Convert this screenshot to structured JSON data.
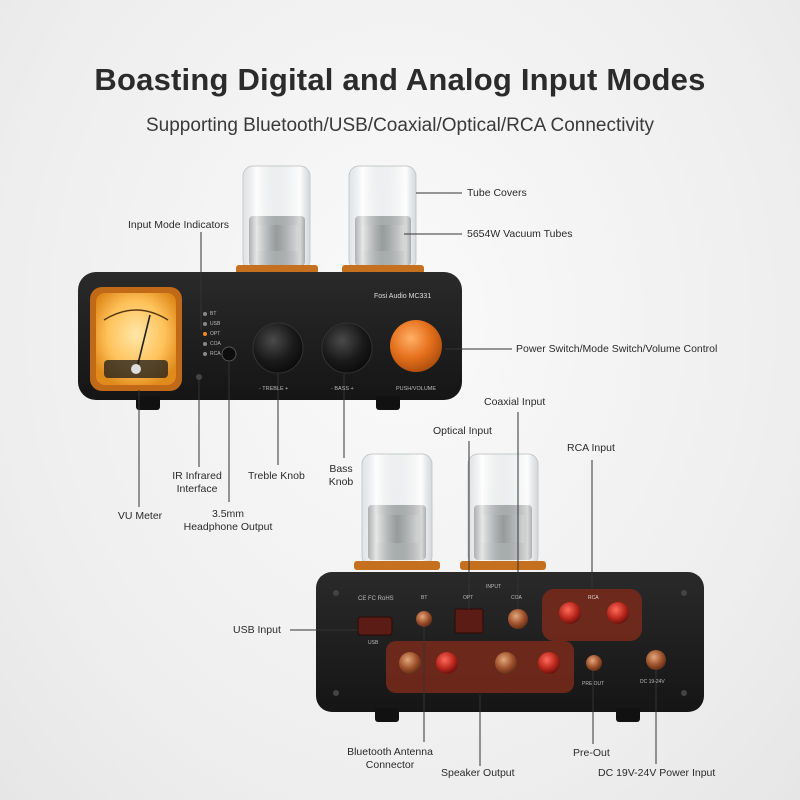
{
  "heading": {
    "title": "Boasting Digital and Analog Input Modes",
    "subtitle": "Supporting Bluetooth/USB/Coaxial/Optical/RCA Connectivity"
  },
  "front_device": {
    "brand": "Fosi Audio",
    "model": "MC331",
    "indicators": [
      "BT",
      "USB",
      "OPT",
      "COA",
      "RCA"
    ],
    "knob_labels": [
      "- TREBLE +",
      "- BASS +",
      "PUSH/VOLUME"
    ]
  },
  "back_device": {
    "cert": "CE FC RoHS",
    "port_labels": {
      "bt": "BT",
      "opt": "OPT",
      "coa": "COA",
      "input": "INPUT",
      "rca": "RCA",
      "usb": "USB",
      "pre_out": "PRE OUT",
      "dc": "DC 19-24V"
    }
  },
  "callouts": {
    "tube_covers": "Tube Covers",
    "vacuum_tubes": "5654W Vacuum Tubes",
    "input_mode_indicators": "Input Mode Indicators",
    "power_switch": "Power Switch/Mode Switch/Volume Control",
    "vu_meter": "VU Meter",
    "ir_interface_1": "IR Infrared",
    "ir_interface_2": "Interface",
    "headphone_1": "3.5mm",
    "headphone_2": "Headphone Output",
    "treble_knob": "Treble Knob",
    "bass_knob_1": "Bass",
    "bass_knob_2": "Knob",
    "coaxial_input": "Coaxial Input",
    "optical_input": "Optical Input",
    "rca_input": "RCA Input",
    "usb_input": "USB Input",
    "bt_antenna_1": "Bluetooth Antenna",
    "bt_antenna_2": "Connector",
    "speaker_output": "Speaker Output",
    "pre_out": "Pre-Out",
    "dc_power": "DC 19V-24V Power Input"
  },
  "colors": {
    "body": "#1e1e1e",
    "accent_orange": "#e07a22",
    "copper": "#c77a3a",
    "meter_glow": "#ffb84a",
    "text": "#2a2a2a"
  }
}
